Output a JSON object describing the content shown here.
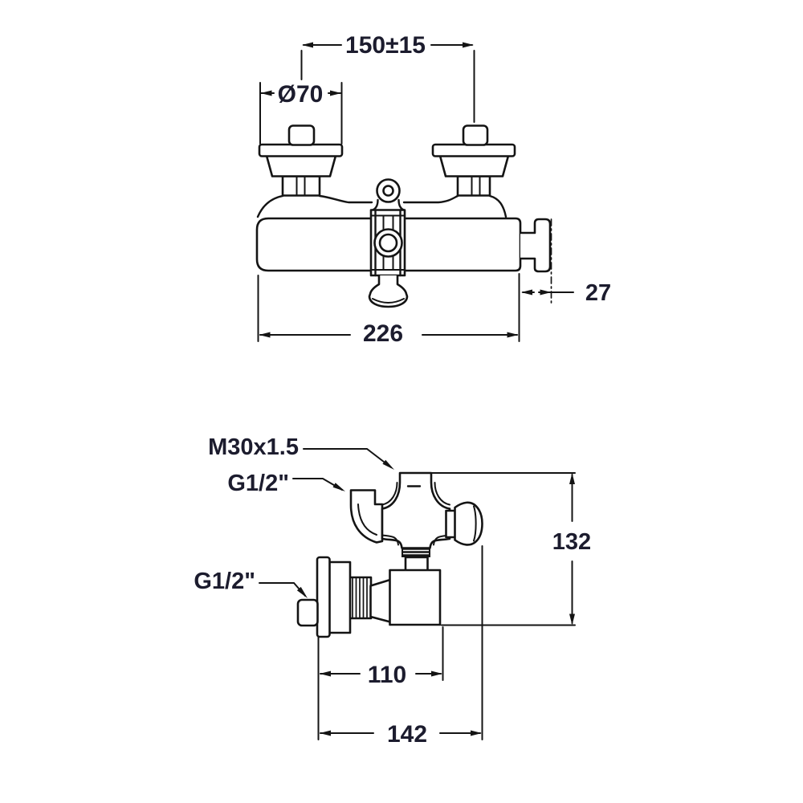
{
  "drawing": {
    "type": "technical-dimension-drawing",
    "subject": "wall-mounted shower mixer faucet, front view and side view"
  },
  "colors": {
    "background": "#ffffff",
    "line": "#141414",
    "text": "#1c1c2e"
  },
  "front_view": {
    "name": "front-view",
    "dimensions": {
      "center_distance": "150±15",
      "escutcheon_diameter": "Ø70",
      "wall_flange_depth": "27",
      "overall_width": "226"
    }
  },
  "side_view": {
    "name": "side-view",
    "thread_labels": {
      "cartridge_thread": "M30x1.5",
      "shower_outlet_thread": "G1/2\"",
      "supply_thread": "G1/2\""
    },
    "dimensions": {
      "overall_height": "132",
      "wall_to_body": "110",
      "overall_depth": "142"
    }
  }
}
